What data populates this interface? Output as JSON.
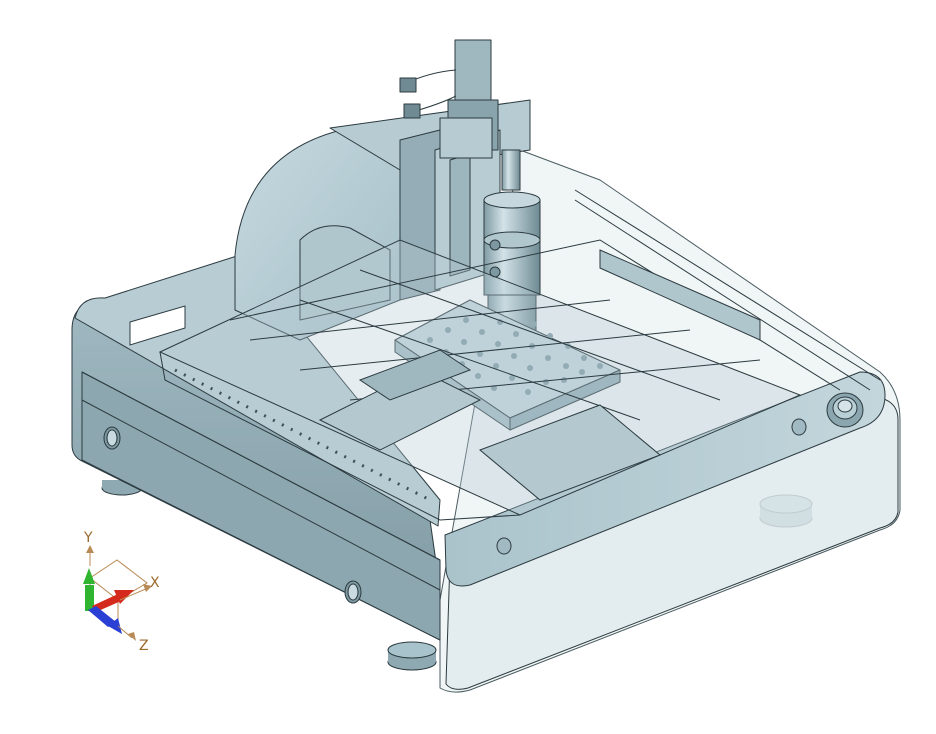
{
  "viewport": {
    "background": "#ffffff",
    "model_fill": "#a9c3cc",
    "model_dark": "#7d9aa4",
    "model_light": "#c9dce2",
    "edge_color": "#2c3b40",
    "enclosure_fill": "#dfe9ec"
  },
  "triad": {
    "x_label": "X",
    "y_label": "Y",
    "z_label": "Z",
    "x_color": "#d42a1e",
    "y_color": "#2fb52f",
    "z_color": "#2a3fd4",
    "label_color": "#9a6a2a"
  }
}
